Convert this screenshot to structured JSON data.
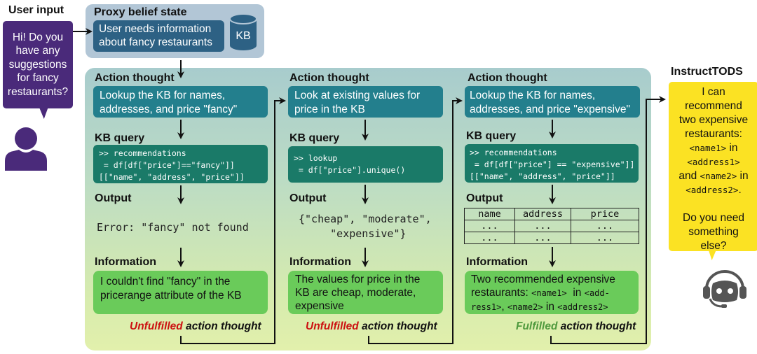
{
  "user": {
    "label": "User input",
    "message": "Hi! Do you have any suggestions for fancy restaurants?",
    "icon": "user-icon"
  },
  "proxy": {
    "title": "Proxy belief state",
    "state": "User needs information about fancy restaurants",
    "kb_label": "KB",
    "kb_icon": "database-icon"
  },
  "steps": [
    {
      "action_heading": "Action thought",
      "action": "Lookup the KB for names, addresses, and price \"fancy\"",
      "query_heading": "KB query",
      "query": ">> recommendations\n = df[df[\"price\"]==\"fancy\"]]\n[[\"name\", \"address\", \"price\"]]",
      "output_heading": "Output",
      "output": "Error: \"fancy\" not found",
      "info_heading": "Information",
      "info": "I couldn't find \"fancy\" in the pricerange attribute of the KB",
      "status_word": "Unfulfilled",
      "status_rest": " action thought",
      "status": "unfulfilled"
    },
    {
      "action_heading": "Action thought",
      "action": "Look at existing values for price in the KB",
      "query_heading": "KB query",
      "query": ">> lookup\n = df[\"price\"].unique()",
      "output_heading": "Output",
      "output": "{\"cheap\", \"moderate\",\n     \"expensive\"}",
      "info_heading": "Information",
      "info": "The values for price in the KB are cheap, moderate, expensive",
      "status_word": "Unfulfilled",
      "status_rest": " action thought",
      "status": "unfulfilled"
    },
    {
      "action_heading": "Action thought",
      "action": "Lookup the KB for names, addresses, and price \"expensive\"",
      "query_heading": "KB query",
      "query": ">> recommendations\n = df[df[\"price\"] == \"expensive\"]]\n[[\"name\", \"address\", \"price\"]]",
      "output_heading": "Output",
      "output_table": {
        "columns": [
          "name",
          "address",
          "price"
        ],
        "rows": [
          [
            "...",
            "...",
            "..."
          ],
          [
            "...",
            "...",
            "..."
          ]
        ]
      },
      "info_heading": "Information",
      "info_parts": [
        "Two recommended expensive restaurants: ",
        "<name1>",
        "  in ",
        "<add-\nress1>",
        ", ",
        "<name2>",
        " in ",
        "<address2>"
      ],
      "status_word": "Fulfilled",
      "status_rest": " action thought",
      "status": "fulfilled"
    }
  ],
  "bot": {
    "label": "InstructTODS",
    "icon": "robot-headset-icon",
    "lines": [
      {
        "t": "I can"
      },
      {
        "t": "recommend"
      },
      {
        "t": "two expensive"
      },
      {
        "t": "restaurants:"
      },
      {
        "m": "<name1>",
        "t": " in"
      },
      {
        "m": "<address1>"
      },
      {
        "t": "and ",
        "m2": "<name2>",
        "t2": " in"
      },
      {
        "m": "<address2>",
        "t": "."
      },
      {
        "t": ""
      },
      {
        "t": "Do you need"
      },
      {
        "t": "something"
      },
      {
        "t": "else?"
      }
    ]
  },
  "colors": {
    "user": "#4a2a7a",
    "proxy_panel": "#b2c6d6",
    "proxy_box": "#2d6184",
    "thought": "#237f8d",
    "query": "#1a7a68",
    "info": "#6acb5a",
    "unfulfilled": "#cc1111",
    "fulfilled": "#4f9a3e",
    "bot_bubble": "#fbe223",
    "bot_icon": "#555555"
  }
}
